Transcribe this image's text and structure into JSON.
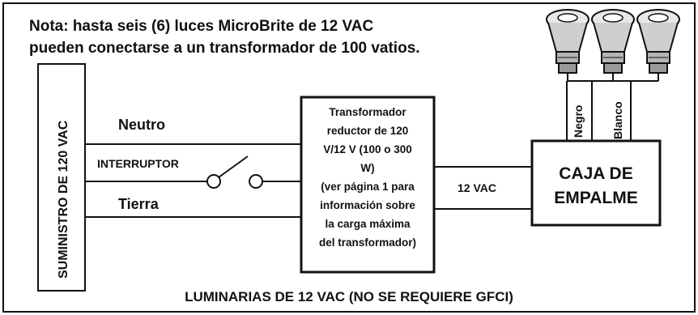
{
  "note": {
    "line1": "Nota: hasta seis (6) luces MicroBrite de 12 VAC",
    "line2": "pueden conectarse a un transformador de 100 vatios."
  },
  "supply": {
    "label": "SUMINISTRO DE 120 VAC"
  },
  "wires": {
    "neutral": "Neutro",
    "switch": "INTERRUPTOR",
    "ground": "Tierra",
    "low_voltage": "12 VAC",
    "black": "Negro",
    "white": "Blanco"
  },
  "transformer": {
    "lines": [
      "Transformador",
      "reductor de 120",
      "V/12 V (100 o 300",
      "W)",
      "(ver página 1 para",
      "información sobre",
      "la carga máxima",
      "del transformador)"
    ]
  },
  "junction_box": {
    "line1": "CAJA DE",
    "line2": "EMPALME"
  },
  "footer": "LUMINARIAS DE 12 VAC (NO SE REQUIERE GFCI)",
  "lights": {
    "count_shown": 3,
    "icon": "light-fixture-icon"
  },
  "colors": {
    "line": "#111111",
    "background": "#ffffff",
    "fixture_body": "#cfcfcf"
  }
}
